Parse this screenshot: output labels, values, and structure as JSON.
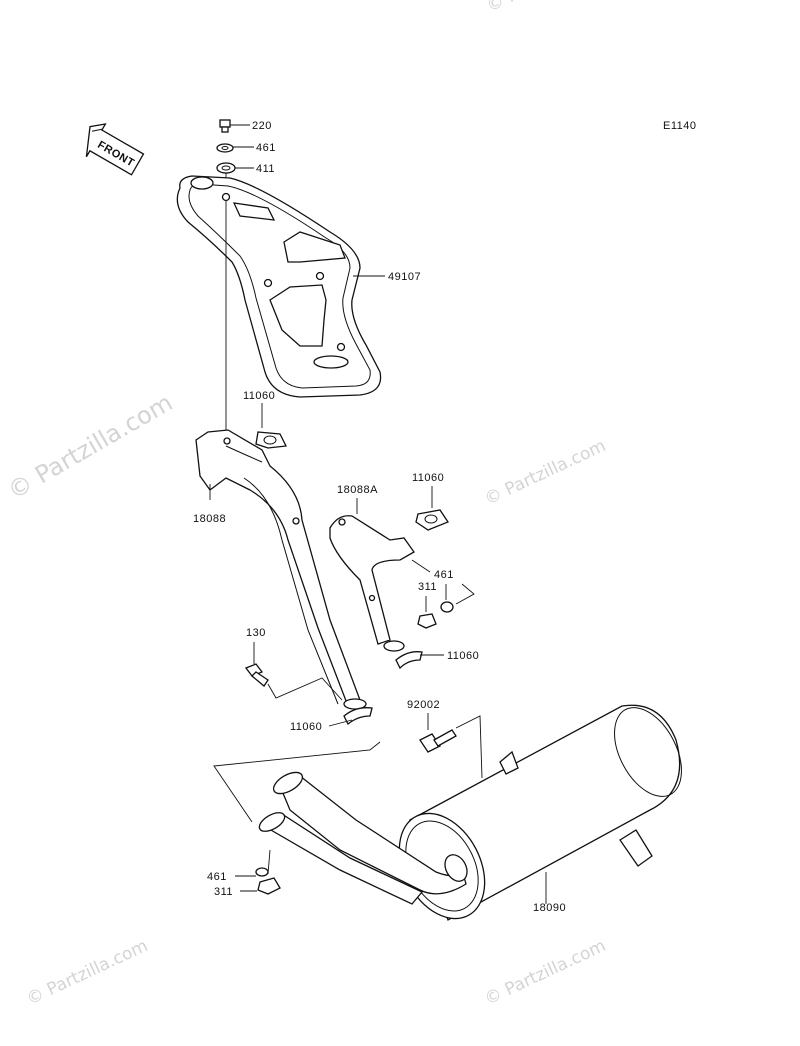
{
  "diagram": {
    "code": "E1140",
    "front_label": "FRONT",
    "watermark": "© Partzilla.com",
    "callouts": {
      "c220": "220",
      "c461_top": "461",
      "c411": "411",
      "c49107": "49107",
      "c11060_a": "11060",
      "c18088": "18088",
      "c18088A": "18088A",
      "c11060_b": "11060",
      "c461_mid": "461",
      "c311_mid": "311",
      "c11060_c": "11060",
      "c130": "130",
      "c11060_d": "11060",
      "c92002": "92002",
      "c461_bot": "461",
      "c311_bot": "311",
      "c18090": "18090"
    }
  }
}
